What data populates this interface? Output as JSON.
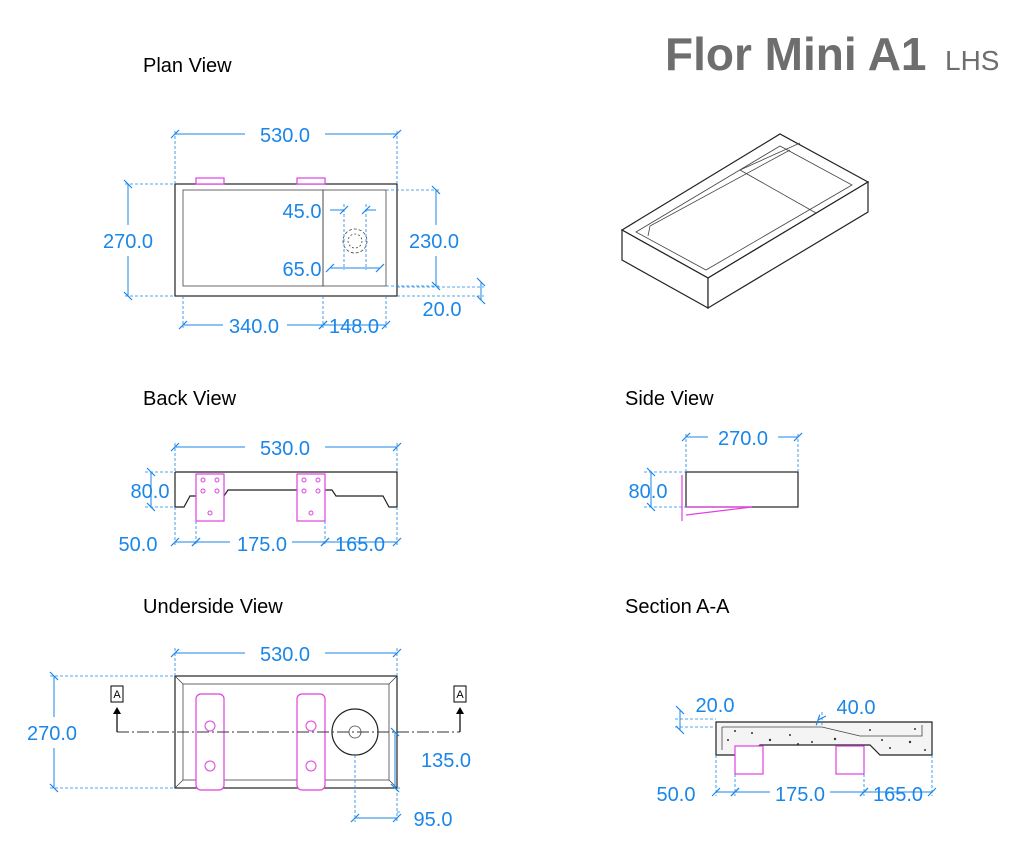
{
  "title": {
    "main": "Flor Mini A1",
    "sub": "LHS"
  },
  "views": {
    "plan": {
      "label": "Plan View",
      "dims": {
        "width": "530.0",
        "depth": "270.0",
        "waste_x": "45.0",
        "waste_y": "65.0",
        "inner_depth": "230.0",
        "lip": "20.0",
        "basin_len": "340.0",
        "shelf_len": "148.0"
      }
    },
    "back": {
      "label": "Back View",
      "dims": {
        "width": "530.0",
        "height": "80.0",
        "left_offset": "50.0",
        "bracket_spacing": "175.0",
        "right_offset": "165.0"
      }
    },
    "side": {
      "label": "Side View",
      "dims": {
        "depth": "270.0",
        "height": "80.0"
      }
    },
    "underside": {
      "label": "Underside View",
      "section_marker": "A",
      "dims": {
        "width": "530.0",
        "depth": "270.0",
        "waste_y": "135.0",
        "waste_x": "95.0"
      }
    },
    "section": {
      "label": "Section A-A",
      "dims": {
        "lip": "20.0",
        "shelf": "40.0",
        "left_offset": "50.0",
        "bracket_spacing": "175.0",
        "right_offset": "165.0"
      }
    }
  },
  "colors": {
    "dimension": "#1a86e8",
    "bracket": "#e040e0",
    "title": "#6e6e6e"
  }
}
